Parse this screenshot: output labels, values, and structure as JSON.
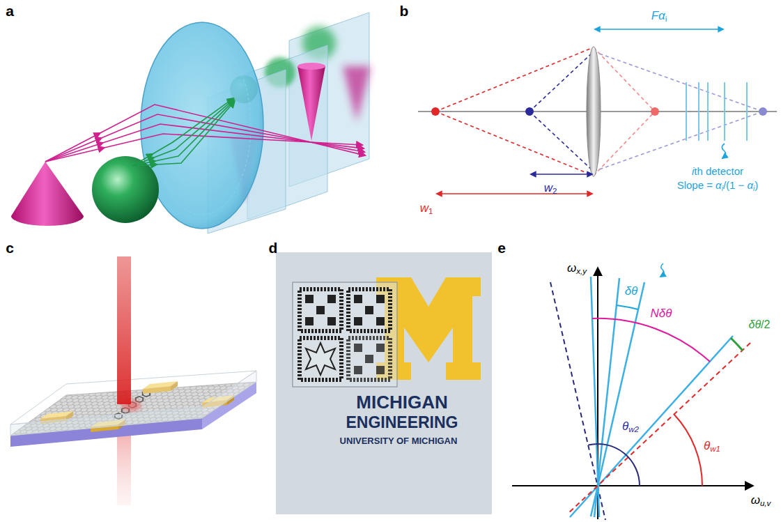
{
  "diagram": {
    "labels": [
      "a",
      "b",
      "c",
      "d",
      "e",
      "Fαi",
      "w1",
      "w2",
      "ith detector",
      "Slope = αi/(1 − αi)",
      "MICHIGAN",
      "ENGINEERING",
      "UNIVERSITY OF MICHIGAN",
      "ωx,y",
      "ωu,v",
      "δθ",
      "Nδθ",
      "δθ/2",
      "θw2",
      "θw1"
    ]
  }
}
